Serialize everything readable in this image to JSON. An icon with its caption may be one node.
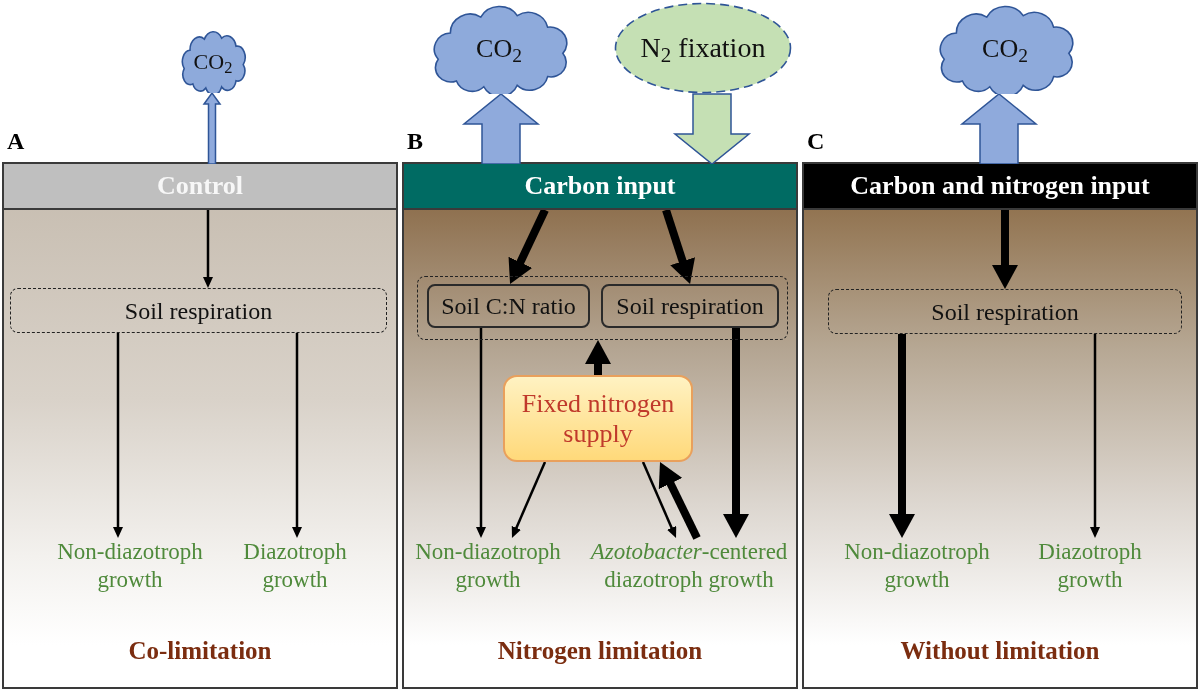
{
  "diagram": {
    "nodes": [
      {
        "text": [
          "Co-limitation"
        ],
        "beside": [
          "A"
        ]
      },
      {
        "text": [
          "Control"
        ],
        "in": 0
      },
      {
        "text": [
          "CO$_{2}$"
        ]
      },
      {
        "text": [
          "Soil respiration"
        ],
        "in": 0
      },
      {
        "text": [
          "Non-diazotroph growth"
        ],
        "in": 0
      },
      {
        "text": [
          "Diazotroph growth"
        ],
        "in": 0
      },
      {
        "text": [
          "Nitrogen limitation"
        ],
        "beside": [
          "B"
        ]
      },
      {
        "text": [
          "Carbon input"
        ],
        "in": 6
      },
      {
        "text": [
          "CO$_{2}$"
        ]
      },
      {
        "text": [
          "N$_{2}$ fixation"
        ]
      },
      {
        "text": [],
        "shape": "box",
        "in": 6
      },
      {
        "text": [
          "Soil C:N ratio"
        ],
        "in": 10
      },
      {
        "text": [
          "Soil respiration"
        ],
        "in": 10
      },
      {
        "text": [
          "Fixed nitrogen supply"
        ],
        "in": 6
      },
      {
        "text": [
          "Non-diazotroph growth"
        ],
        "in": 6
      },
      {
        "text": [
          "*Azotobacter*-centered diazotroph growth"
        ],
        "in": 6
      },
      {
        "text": [
          "Without limitation"
        ],
        "beside": [
          "C"
        ]
      },
      {
        "text": [
          "Carbon and nitrogen input"
        ],
        "in": 16
      },
      {
        "text": [
          "CO$_{2}$"
        ]
      },
      {
        "text": [
          "Soil respiration"
        ],
        "in": 16
      },
      {
        "text": [
          "Non-diazotroph growth"
        ],
        "in": 16
      },
      {
        "text": [
          "Diazotroph growth"
        ],
        "in": 16
      }
    ],
    "edges": [
      {
        "from": 1,
        "to": 2,
        "arrow": "to",
        "color": "#8faadc"
      },
      {
        "from": 1,
        "to": 3,
        "arrow": "to"
      },
      {
        "from": 3,
        "to": 4,
        "arrow": "to"
      },
      {
        "from": 3,
        "to": 5,
        "arrow": "to"
      },
      {
        "from": 7,
        "to": 8,
        "arrow": "to",
        "style": "thick",
        "color": "#8faadc"
      },
      {
        "from": 9,
        "to": 7,
        "arrow": "to",
        "style": "thick",
        "color": "#c5e0b4"
      },
      {
        "from": 7,
        "to": 11,
        "arrow": "to",
        "style": "thick"
      },
      {
        "from": 7,
        "to": 12,
        "arrow": "to",
        "style": "thick"
      },
      {
        "from": 13,
        "to": 10,
        "arrow": "to",
        "style": "thick"
      },
      {
        "from": 11,
        "to": 14,
        "arrow": "to"
      },
      {
        "from": 12,
        "to": 15,
        "arrow": "to",
        "style": "thick"
      },
      {
        "from": 13,
        "to": 14,
        "arrow": "to"
      },
      {
        "from": 13,
        "to": 15,
        "arrow": "to"
      },
      {
        "from": 15,
        "to": 13,
        "arrow": "to",
        "style": "thick"
      },
      {
        "from": 17,
        "to": 18,
        "arrow": "to",
        "style": "thick",
        "color": "#8faadc"
      },
      {
        "from": 17,
        "to": 19,
        "arrow": "to",
        "style": "thick"
      },
      {
        "from": 19,
        "to": 20,
        "arrow": "to",
        "style": "thick"
      },
      {
        "from": 19,
        "to": 21,
        "arrow": "to"
      }
    ]
  }
}
